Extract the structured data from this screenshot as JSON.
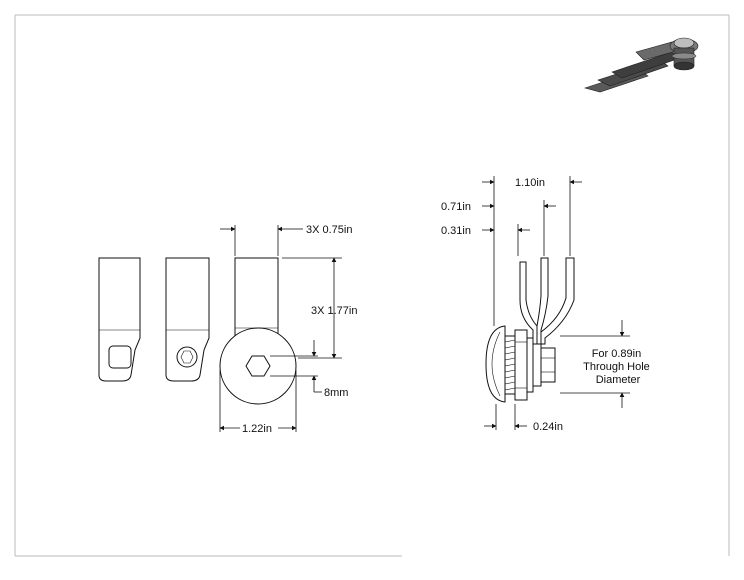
{
  "drawing": {
    "dimensions": {
      "arm_width": "3X 0.75in",
      "arm_length": "3X 1.77in",
      "hex_size": "8mm",
      "body_diameter": "1.22in",
      "overall_depth": "1.10in",
      "depth_mid": "0.71in",
      "depth_short": "0.31in",
      "grip": "0.24in",
      "hole_note": [
        "For 0.89in",
        "Through Hole",
        "Diameter"
      ]
    }
  }
}
